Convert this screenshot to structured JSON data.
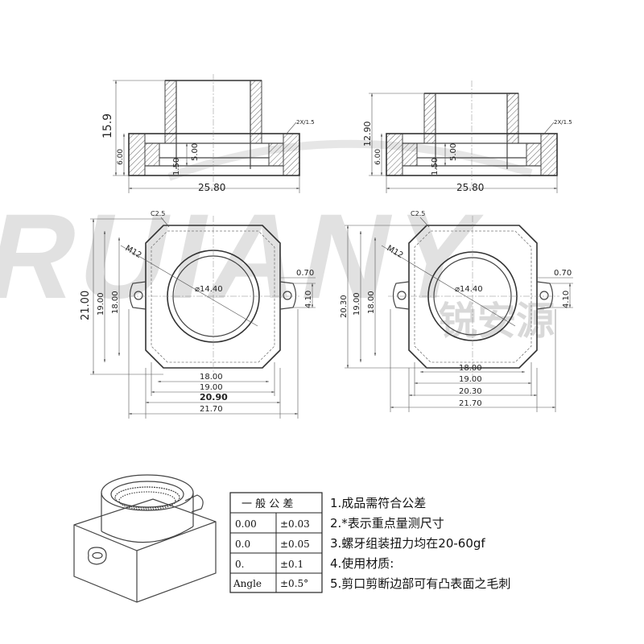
{
  "watermark": {
    "brand": "RUIANY",
    "chinese": "锐安源"
  },
  "left_view": {
    "side": {
      "height_total": "15.9",
      "flange_height": "6.00",
      "inner_height": "5.00",
      "step_height": "1.50",
      "width": "25.80",
      "chamfer_note": "2X/1.5"
    },
    "top": {
      "chamfer": "C2.5",
      "thread": "M12",
      "bore_dia": "⌀14.40",
      "slot_width": "0.70",
      "slot_height": "4.10",
      "height_outer": "21.00",
      "height_mid": "19.00",
      "height_inner": "18.00",
      "w_inner": "18.00",
      "w_mid": "19.00",
      "w_body": "20.90",
      "w_total": "21.70"
    }
  },
  "right_view": {
    "side": {
      "height_total": "12.90",
      "flange_height": "6.00",
      "inner_height": "5.00",
      "step_height": "1.50",
      "width": "25.80",
      "chamfer_note": "2X/1.5"
    },
    "top": {
      "chamfer": "C2.5",
      "thread": "M12",
      "bore_dia": "⌀14.40",
      "slot_width": "0.70",
      "slot_height": "4.10",
      "height_outer": "20.30",
      "height_mid": "19.00",
      "height_inner": "18.00",
      "w_inner": "18.00",
      "w_mid": "19.00",
      "w_body": "20.30",
      "w_total": "21.70"
    }
  },
  "tolerance_table": {
    "title": "一 般 公 差",
    "rows": [
      {
        "precision": "0.00",
        "tol": "±0.03"
      },
      {
        "precision": "0.0",
        "tol": "±0.05"
      },
      {
        "precision": "0.",
        "tol": "±0.1"
      },
      {
        "precision": "Angle",
        "tol": "±0.5°"
      }
    ]
  },
  "notes": [
    "1.成品需符合公差",
    "2.*表示重点量测尺寸",
    "3.螺牙组装扭力均在20-60gf",
    "4.使用材质:",
    "5.剪口剪断边部可有凸表面之毛刺"
  ]
}
